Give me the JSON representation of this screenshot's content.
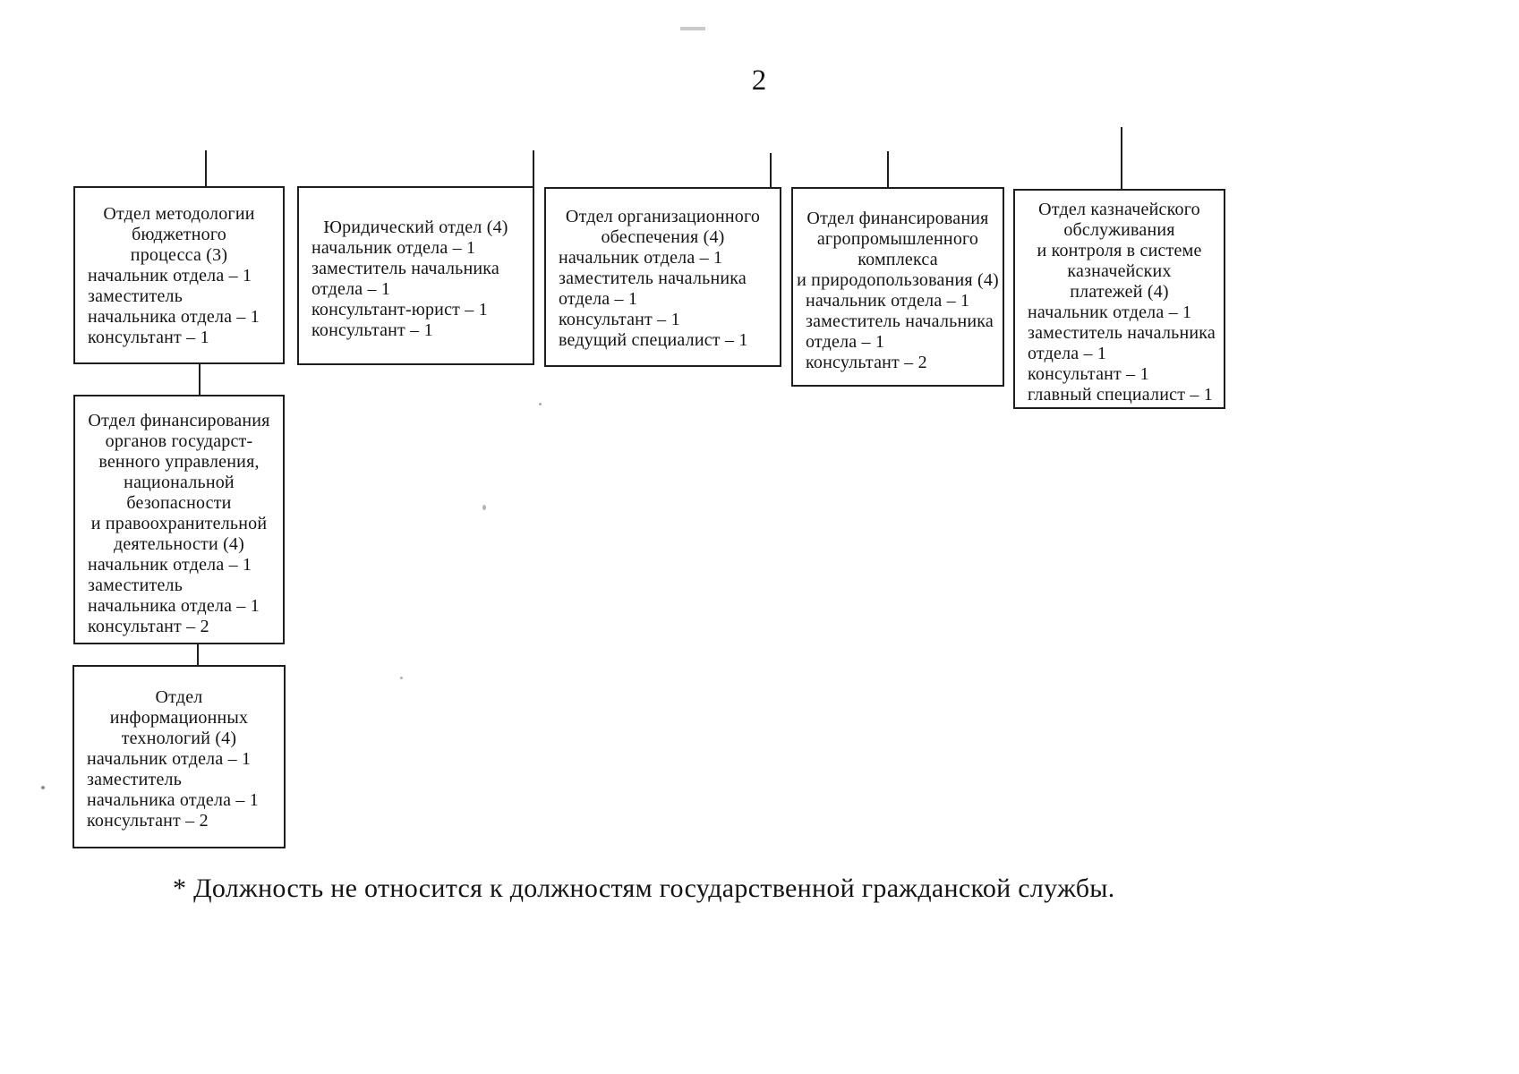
{
  "page": {
    "number": "2",
    "footnote": "* Должность не относится к должностям государственной гражданской службы."
  },
  "boxes": [
    {
      "name": "dept-box-budget-methodology",
      "lines": [
        {
          "text": "Отдел методологии",
          "align": "c"
        },
        {
          "text": "бюджетного",
          "align": "c"
        },
        {
          "text": "процесса (3)",
          "align": "c"
        },
        {
          "text": "начальник отдела – 1",
          "align": "l"
        },
        {
          "text": "заместитель",
          "align": "l"
        },
        {
          "text": "начальника отдела – 1",
          "align": "l"
        },
        {
          "text": "консультант – 1",
          "align": "l"
        }
      ]
    },
    {
      "name": "dept-box-legal",
      "lines": [
        {
          "text": "Юридический отдел (4)",
          "align": "c"
        },
        {
          "text": "начальник отдела – 1",
          "align": "l"
        },
        {
          "text": "заместитель начальника",
          "align": "l"
        },
        {
          "text": "отдела – 1",
          "align": "l"
        },
        {
          "text": "консультант-юрист – 1",
          "align": "l"
        },
        {
          "text": "консультант – 1",
          "align": "l"
        }
      ]
    },
    {
      "name": "dept-box-organizational-support",
      "lines": [
        {
          "text": "Отдел организационного",
          "align": "c"
        },
        {
          "text": "обеспечения (4)",
          "align": "c"
        },
        {
          "text": "начальник отдела – 1",
          "align": "l"
        },
        {
          "text": "заместитель начальника",
          "align": "l"
        },
        {
          "text": "отдела – 1",
          "align": "l"
        },
        {
          "text": "консультант – 1",
          "align": "l"
        },
        {
          "text": "ведущий специалист – 1",
          "align": "l"
        }
      ]
    },
    {
      "name": "dept-box-agroindustrial-financing",
      "lines": [
        {
          "text": "Отдел финансирования",
          "align": "c"
        },
        {
          "text": "агропромышленного",
          "align": "c"
        },
        {
          "text": "комплекса",
          "align": "c"
        },
        {
          "text": "и природопользования (4)",
          "align": "c"
        },
        {
          "text": "начальник отдела – 1",
          "align": "l"
        },
        {
          "text": "заместитель начальника",
          "align": "l"
        },
        {
          "text": "отдела – 1",
          "align": "l"
        },
        {
          "text": "консультант – 2",
          "align": "l"
        }
      ]
    },
    {
      "name": "dept-box-treasury-service",
      "lines": [
        {
          "text": "Отдел казначейского",
          "align": "c"
        },
        {
          "text": "обслуживания",
          "align": "c"
        },
        {
          "text": "и контроля в системе",
          "align": "c"
        },
        {
          "text": "казначейских",
          "align": "c"
        },
        {
          "text": "платежей (4)",
          "align": "c"
        },
        {
          "text": "начальник отдела – 1",
          "align": "l"
        },
        {
          "text": "заместитель начальника",
          "align": "l"
        },
        {
          "text": "отдела – 1",
          "align": "l"
        },
        {
          "text": "консультант – 1",
          "align": "l"
        },
        {
          "text": "главный специалист – 1",
          "align": "l"
        }
      ]
    },
    {
      "name": "dept-box-state-bodies-financing",
      "lines": [
        {
          "text": "Отдел финансирования",
          "align": "c"
        },
        {
          "text": "органов государст-",
          "align": "c"
        },
        {
          "text": "венного управления,",
          "align": "c"
        },
        {
          "text": "национальной",
          "align": "c"
        },
        {
          "text": "безопасности",
          "align": "c"
        },
        {
          "text": "и правоохранительной",
          "align": "c"
        },
        {
          "text": "деятельности (4)",
          "align": "c"
        },
        {
          "text": "начальник отдела – 1",
          "align": "l"
        },
        {
          "text": "заместитель",
          "align": "l"
        },
        {
          "text": "начальника отдела – 1",
          "align": "l"
        },
        {
          "text": "консультант – 2",
          "align": "l"
        }
      ]
    },
    {
      "name": "dept-box-information-technologies",
      "lines": [
        {
          "text": "Отдел",
          "align": "c"
        },
        {
          "text": "информационных",
          "align": "c"
        },
        {
          "text": "технологий (4)",
          "align": "c"
        },
        {
          "text": "начальник отдела – 1",
          "align": "l"
        },
        {
          "text": "заместитель",
          "align": "l"
        },
        {
          "text": "начальника отдела – 1",
          "align": "l"
        },
        {
          "text": "консультант – 2",
          "align": "l"
        }
      ]
    }
  ]
}
